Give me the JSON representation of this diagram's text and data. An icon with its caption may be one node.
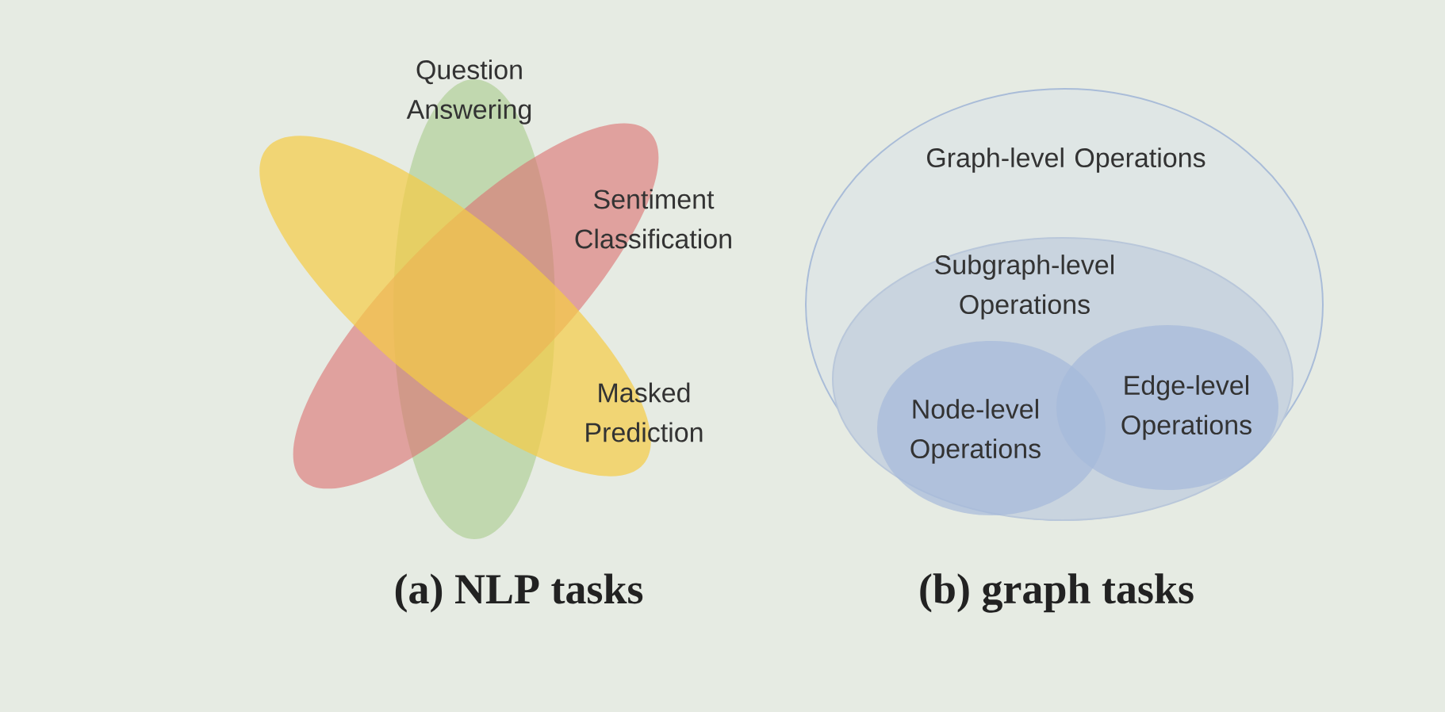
{
  "diagram": {
    "nodes": [
      {
        "text": [
          "Question Answering"
        ]
      },
      {
        "text": [
          "Sentiment Classification"
        ]
      },
      {
        "text": [
          "Masked Prediction"
        ]
      },
      {
        "text": [
          "Graph-level Operations"
        ]
      },
      {
        "text": [
          "Subgraph-level Operations"
        ],
        "in": 3
      },
      {
        "text": [
          "Node-level Operations"
        ],
        "in": 4
      },
      {
        "text": [
          "Edge-level Operations"
        ],
        "in": 4
      }
    ],
    "labels": [
      "(a) NLP tasks",
      "(b) graph tasks"
    ]
  }
}
